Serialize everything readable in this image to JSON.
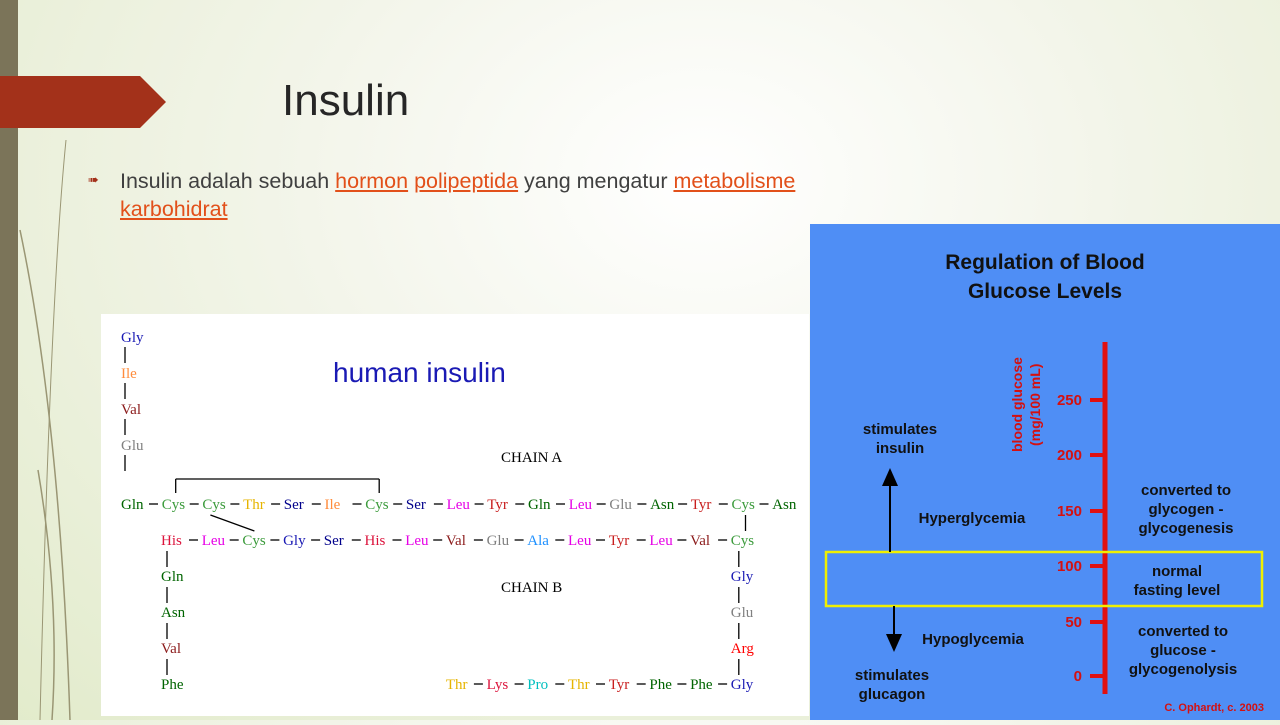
{
  "slide": {
    "title": "Insulin",
    "body": {
      "t1": "Insulin adalah sebuah ",
      "link1": "hormon",
      "t2": " ",
      "link2": "polipeptida",
      "t3": " yang mengatur ",
      "link3": "metabolisme",
      "t4": " ",
      "link4": "karbohidrat"
    }
  },
  "insulin_figure": {
    "title": "human insulin",
    "chain_a_label": "CHAIN A",
    "chain_b_label": "CHAIN B",
    "colors": {
      "Gly": "#1a1ab4",
      "Ile": "#ff8c3c",
      "Val": "#8b1a1a",
      "Glu": "#808080",
      "Gln": "#006400",
      "Cys": "#3c9b3c",
      "Thr": "#e6b400",
      "Ser": "#00008b",
      "Leu": "#e600e6",
      "Tyr": "#c81e1e",
      "Asn": "#006400",
      "His": "#dc143c",
      "Ala": "#1e90ff",
      "Arg": "#ff0000",
      "Phe": "#006400",
      "Lys": "#dc143c",
      "Pro": "#00bfbf"
    },
    "n_terminal_a": [
      "Gly",
      "Ile",
      "Val",
      "Glu"
    ],
    "chain_a": [
      "Gln",
      "Cys",
      "Cys",
      "Thr",
      "Ser",
      "Ile",
      "Cys",
      "Ser",
      "Leu",
      "Tyr",
      "Gln",
      "Leu",
      "Glu",
      "Asn",
      "Tyr",
      "Cys",
      "Asn"
    ],
    "chain_b": [
      "His",
      "Leu",
      "Cys",
      "Gly",
      "Ser",
      "His",
      "Leu",
      "Val",
      "Glu",
      "Ala",
      "Leu",
      "Tyr",
      "Leu",
      "Val",
      "Cys"
    ],
    "chain_b_left": [
      "Gln",
      "Asn",
      "Val",
      "Phe"
    ],
    "chain_b_right": [
      "Gly",
      "Glu",
      "Arg"
    ],
    "chain_b_bottom": [
      "Thr",
      "Lys",
      "Pro",
      "Thr",
      "Tyr",
      "Phe",
      "Phe",
      "Gly"
    ]
  },
  "glucose_figure": {
    "title_line1": "Regulation of Blood",
    "title_line2": "Glucose Levels",
    "axis_label_line1": "blood glucose",
    "axis_label_line2": "(mg/100 mL)",
    "ticks": [
      "250",
      "200",
      "150",
      "100",
      "50",
      "0"
    ],
    "stimulates_insulin": [
      "stimulates",
      "insulin"
    ],
    "hyperglycemia": "Hyperglycemia",
    "hypoglycemia": "Hypoglycemia",
    "stimulates_glucagon": [
      "stimulates",
      "glucagon"
    ],
    "right_top": [
      "converted to",
      "glycogen -",
      "glycogenesis"
    ],
    "right_mid": [
      "normal",
      "fasting level"
    ],
    "right_bottom": [
      "converted to",
      "glucose -",
      "glycogenolysis"
    ],
    "credit": "C. Ophardt, c. 2003"
  }
}
